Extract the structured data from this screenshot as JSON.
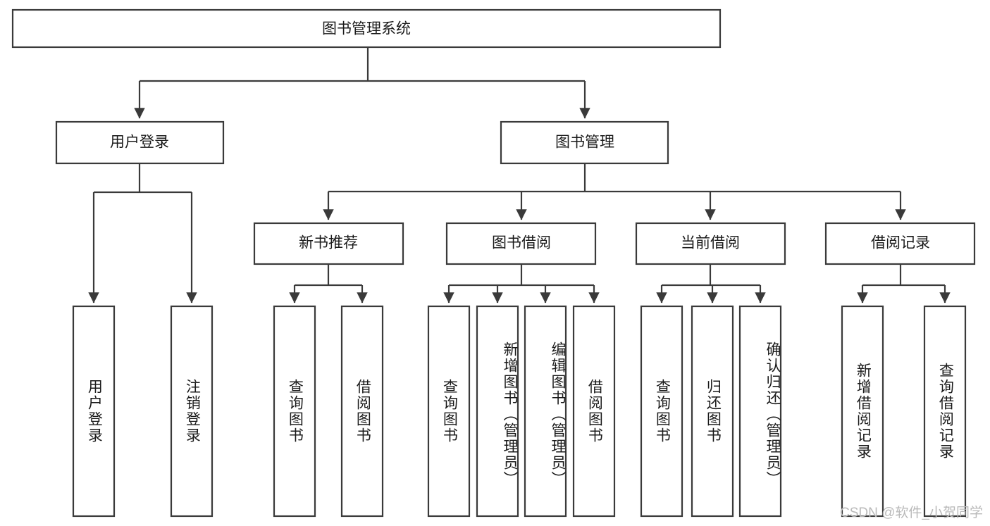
{
  "diagram": {
    "title": "图书管理系统",
    "type": "hierarchy-tree",
    "root": {
      "id": "root",
      "label": "图书管理系统",
      "orientation": "horizontal"
    },
    "level1": [
      {
        "id": "user-login",
        "label": "用户登录",
        "orientation": "horizontal"
      },
      {
        "id": "book-manage",
        "label": "图书管理",
        "orientation": "horizontal"
      }
    ],
    "level2": [
      {
        "id": "new-book-recommend",
        "label": "新书推荐",
        "orientation": "horizontal",
        "parent": "book-manage"
      },
      {
        "id": "book-borrow",
        "label": "图书借阅",
        "orientation": "horizontal",
        "parent": "book-manage"
      },
      {
        "id": "current-borrow",
        "label": "当前借阅",
        "orientation": "horizontal",
        "parent": "book-manage"
      },
      {
        "id": "borrow-record",
        "label": "借阅记录",
        "orientation": "horizontal",
        "parent": "book-manage"
      }
    ],
    "leaves": [
      {
        "id": "leaf-user-login",
        "label": "用户登录",
        "orientation": "vertical",
        "parent": "user-login"
      },
      {
        "id": "leaf-user-logout",
        "label": "注销登录",
        "orientation": "vertical",
        "parent": "user-login"
      },
      {
        "id": "leaf-query-book-1",
        "label": "查询图书",
        "orientation": "vertical",
        "parent": "new-book-recommend"
      },
      {
        "id": "leaf-borrow-book-1",
        "label": "借阅图书",
        "orientation": "vertical",
        "parent": "new-book-recommend"
      },
      {
        "id": "leaf-query-book-2",
        "label": "查询图书",
        "orientation": "vertical",
        "parent": "book-borrow"
      },
      {
        "id": "leaf-add-book",
        "label": "新增图书（管理员）",
        "orientation": "vertical",
        "parent": "book-borrow"
      },
      {
        "id": "leaf-edit-book",
        "label": "编辑图书（管理员）",
        "orientation": "vertical",
        "parent": "book-borrow"
      },
      {
        "id": "leaf-borrow-book-2",
        "label": "借阅图书",
        "orientation": "vertical",
        "parent": "book-borrow"
      },
      {
        "id": "leaf-query-book-3",
        "label": "查询图书",
        "orientation": "vertical",
        "parent": "current-borrow"
      },
      {
        "id": "leaf-return-book",
        "label": "归还图书",
        "orientation": "vertical",
        "parent": "current-borrow"
      },
      {
        "id": "leaf-confirm-return",
        "label": "确认归还（管理员）",
        "orientation": "vertical",
        "parent": "current-borrow"
      },
      {
        "id": "leaf-add-record",
        "label": "新增借阅记录",
        "orientation": "vertical",
        "parent": "borrow-record"
      },
      {
        "id": "leaf-query-record",
        "label": "查询借阅记录",
        "orientation": "vertical",
        "parent": "borrow-record"
      }
    ],
    "colors": {
      "stroke": "#3a3a3a",
      "box_fill": "#ffffff",
      "text": "#1a1a1a",
      "background": "#ffffff",
      "watermark": "#b9b9b9"
    }
  },
  "watermark": {
    "text": "CSDN @软件_小贺同学"
  }
}
